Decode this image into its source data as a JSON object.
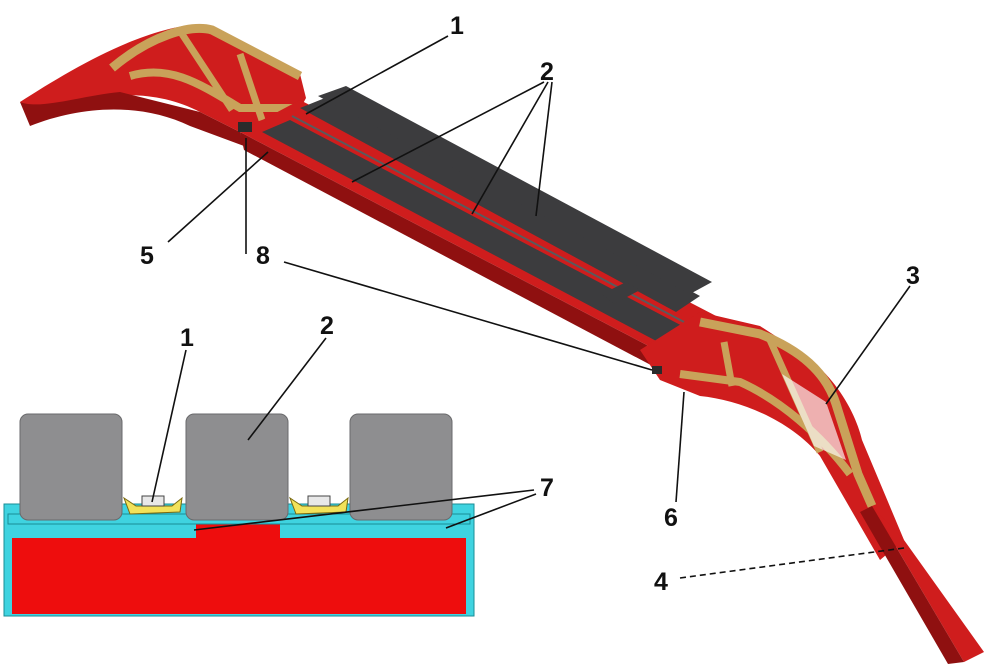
{
  "diagram": {
    "callouts": {
      "c1_top": "1",
      "c2_top": "2",
      "c3": "3",
      "c4": "4",
      "c5": "5",
      "c6": "6",
      "c7": "7",
      "c8": "8",
      "c1_section": "1",
      "c2_section": "2"
    },
    "colors": {
      "frame_red": "#cf1d1d",
      "frame_dark_red": "#8f1010",
      "metal_gold": "#c9a25a",
      "runner_dark": "#3c3c3e",
      "block_gray": "#8e8e90",
      "pad_cyan": "#3fd3e0",
      "base_red": "#ee0d0d",
      "clip_yellow": "#f2e25a"
    }
  }
}
